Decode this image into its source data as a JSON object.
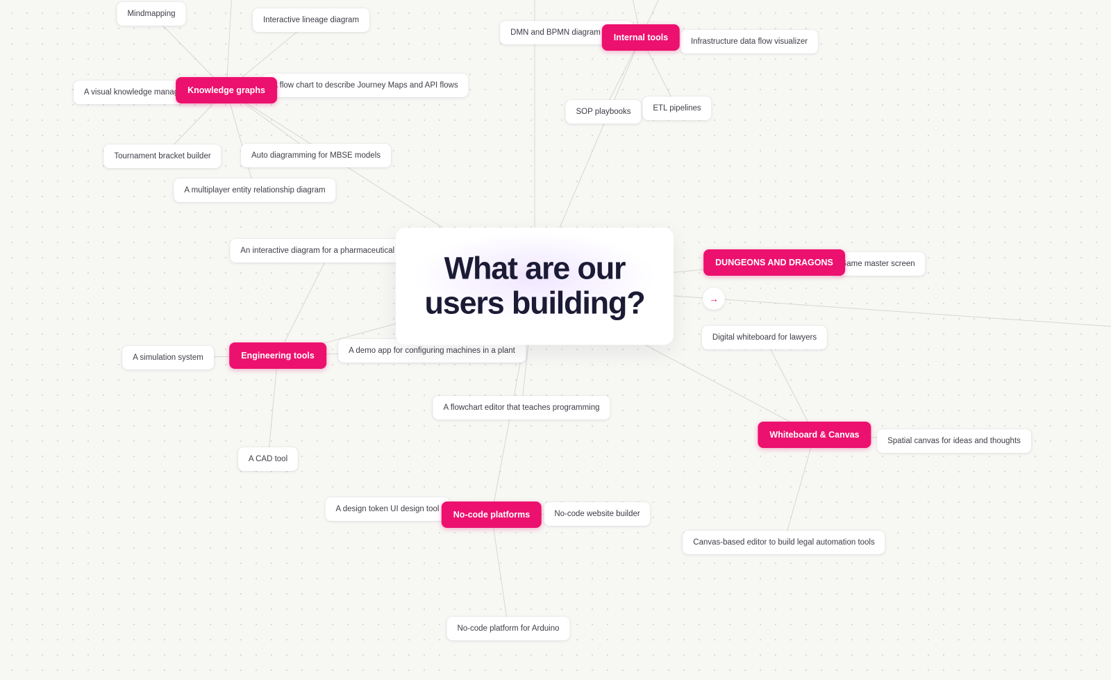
{
  "colors": {
    "accent": "#ec116e",
    "leaf_bg": "#ffffff",
    "leaf_text": "#3c3c46",
    "title_text": "#1b1b35",
    "edge": "#d6d6d1",
    "canvas_bg": "#f7f7f4"
  },
  "central": {
    "label": "What are our users building?"
  },
  "arrow": {
    "glyph": "→"
  },
  "categories": [
    {
      "label": "Knowledge graphs"
    },
    {
      "label": "Internal tools"
    },
    {
      "label": "DUNGEONS AND DRAGONS"
    },
    {
      "label": "Engineering tools"
    },
    {
      "label": "Whiteboard & Canvas"
    },
    {
      "label": "No-code platforms"
    }
  ],
  "leaves": [
    {
      "label": "Mindmapping"
    },
    {
      "label": "Interactive lineage diagram"
    },
    {
      "label": "A visual knowledge management"
    },
    {
      "label": "A flow chart to describe Journey Maps and API flows"
    },
    {
      "label": "Tournament bracket builder"
    },
    {
      "label": "Auto diagramming for MBSE models"
    },
    {
      "label": "A multiplayer entity relationship diagram"
    },
    {
      "label": "An interactive diagram for a pharmaceutical project"
    },
    {
      "label": "DMN and BPMN diagram editor"
    },
    {
      "label": "Infrastructure data flow visualizer"
    },
    {
      "label": "SOP playbooks"
    },
    {
      "label": "ETL pipelines"
    },
    {
      "label": "Game master screen"
    },
    {
      "label": "Digital whiteboard for lawyers"
    },
    {
      "label": "A simulation system"
    },
    {
      "label": "A demo app for configuring machines in a plant"
    },
    {
      "label": "A flowchart editor that teaches programming"
    },
    {
      "label": "Spatial canvas for ideas and thoughts"
    },
    {
      "label": "A CAD tool"
    },
    {
      "label": "A design token UI design tool"
    },
    {
      "label": "No-code website builder"
    },
    {
      "label": "Canvas-based editor to build legal automation tools"
    },
    {
      "label": "No-code platform for Arduino"
    }
  ]
}
